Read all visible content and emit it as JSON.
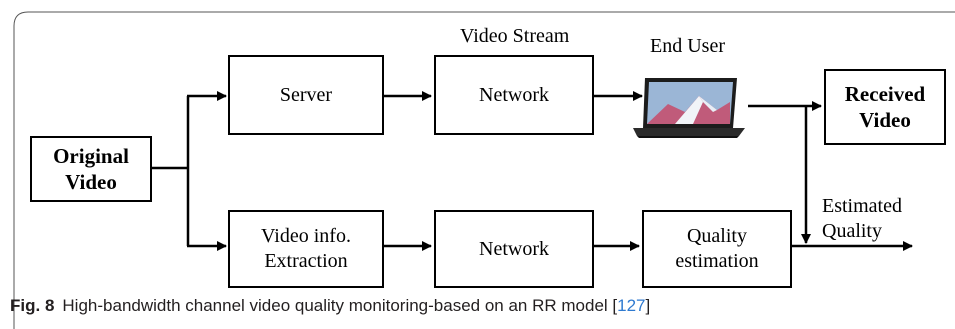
{
  "diagram": {
    "nodes": {
      "original_video": "Original\nVideo",
      "server": "Server",
      "network_top": "Network",
      "received_video": "Received\nVideo",
      "video_info_extraction": "Video info.\nExtraction",
      "network_bottom": "Network",
      "quality_estimation": "Quality\nestimation"
    },
    "labels": {
      "video_stream": "Video Stream",
      "end_user": "End User",
      "estimated_quality": "Estimated\nQuality"
    },
    "laptop_icon": "laptop-icon"
  },
  "caption": {
    "figure_number": "Fig. 8",
    "text": "High-bandwidth channel video quality monitoring-based on an RR model [",
    "reference": "127",
    "closing": "]"
  },
  "colors": {
    "reference_link": "#2f7ad0",
    "border": "#000000"
  }
}
